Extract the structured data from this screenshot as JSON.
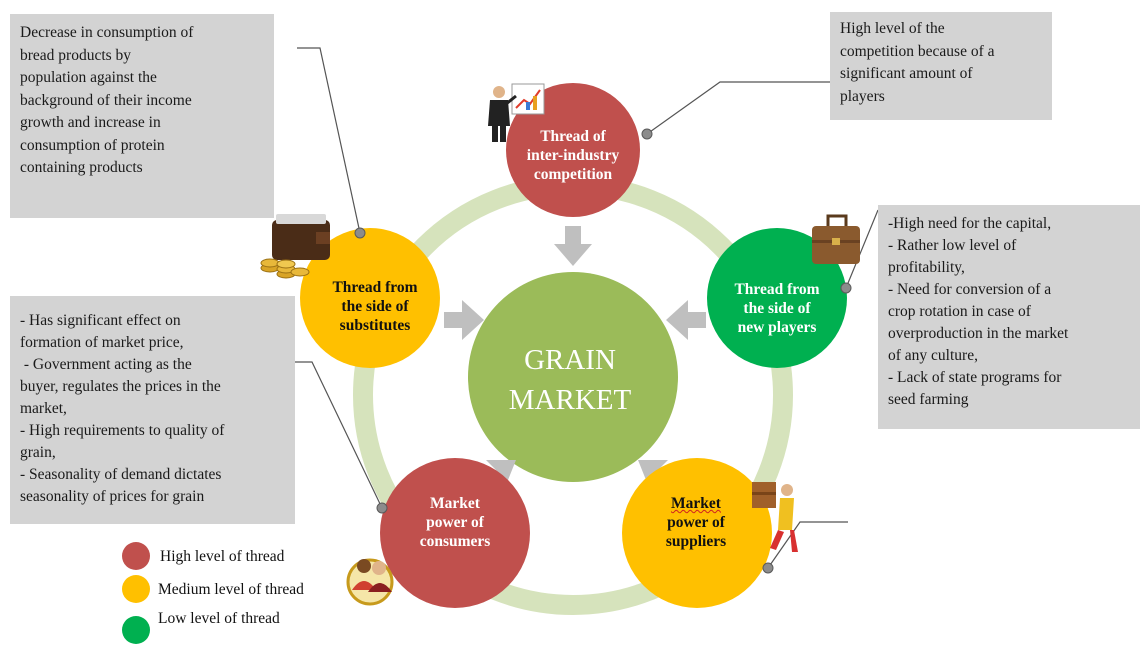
{
  "colors": {
    "high": "#c0504d",
    "medium": "#ffc000",
    "low": "#00b050",
    "center": "#9bbb59",
    "ring": "#d6e3bc",
    "arrow": "#bfbfbf",
    "box": "#d3d3d3"
  },
  "center": {
    "line1": "GRAIN",
    "line2": "MARKET"
  },
  "forces": {
    "top": {
      "lines": [
        "Thread of",
        "inter-industry",
        "competition"
      ],
      "level": "high"
    },
    "left": {
      "lines": [
        "Thread from",
        "the side of",
        "substitutes"
      ],
      "level": "medium"
    },
    "right": {
      "lines": [
        "Thread from",
        "the side of",
        "new players"
      ],
      "level": "low"
    },
    "bottom_left": {
      "lines": [
        "Market",
        "power of",
        "consumers"
      ],
      "level": "high"
    },
    "bottom_right": {
      "lines": [
        "Market",
        "power of",
        "suppliers"
      ],
      "level": "medium"
    }
  },
  "notes": {
    "substitutes": [
      "Decrease in consumption of",
      "bread products by",
      "population against the",
      "background of their income",
      "growth and increase in",
      "consumption of protein",
      "containing products"
    ],
    "competition": [
      "High level of the",
      "competition because of a",
      "significant amount of",
      "players"
    ],
    "new_players": [
      "-High need for the capital,",
      "- Rather low level of",
      "profitability,",
      "- Need for conversion of a",
      "crop rotation in case of",
      "overproduction in the market",
      "of any culture,",
      "- Lack of state programs for",
      "seed farming"
    ],
    "consumers": [
      "- Has significant effect on",
      "formation of market price,",
      " - Government acting as the",
      "buyer, regulates the prices in the",
      "market,",
      "- High requirements to quality of",
      "grain,",
      "- Seasonality of demand dictates",
      "seasonality of prices for grain"
    ]
  },
  "legend": [
    {
      "label": "High level of thread",
      "color": "#c0504d"
    },
    {
      "label": "Medium level of thread",
      "color": "#ffc000"
    },
    {
      "label": "Low level of thread",
      "color": "#00b050"
    }
  ],
  "icons": [
    "businessman-chart-icon",
    "wallet-coins-icon",
    "briefcase-icon",
    "consumers-icon",
    "delivery-man-icon"
  ]
}
